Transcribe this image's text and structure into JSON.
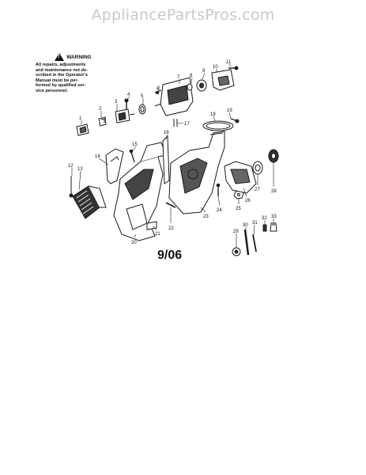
{
  "watermark": "AppliancePartsPros.com",
  "warning": {
    "title": "WARNING",
    "lines": [
      "All repairs, adjustments",
      "and maintenance not de-",
      "scribed in the Operator's",
      "Manual must be per-",
      "formed by qualified ser-",
      "vice personnel."
    ]
  },
  "date_code": "9/06",
  "callouts": [
    "1",
    "2",
    "3",
    "4",
    "5",
    "6",
    "7",
    "8",
    "9",
    "10",
    "11",
    "12",
    "13",
    "14",
    "15",
    "16",
    "17",
    "18",
    "19",
    "20",
    "21",
    "22",
    "23",
    "24",
    "25",
    "26",
    "27",
    "28",
    "29",
    "30",
    "31",
    "32",
    "33"
  ]
}
